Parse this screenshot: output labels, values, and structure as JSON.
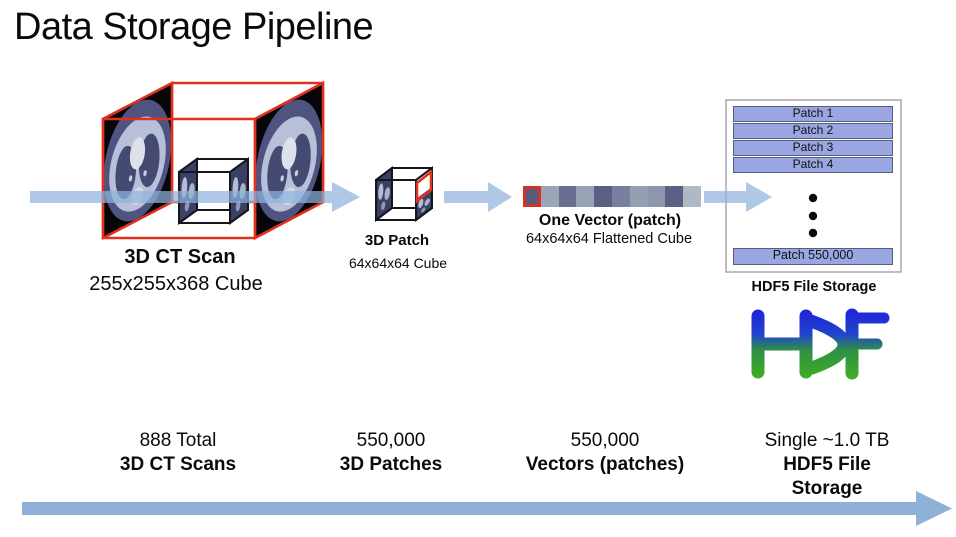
{
  "title": "Data Storage Pipeline",
  "stages": {
    "ct_scan": {
      "label": "3D CT Scan",
      "sublabel": "255x255x368 Cube"
    },
    "patch": {
      "label": "3D Patch",
      "sublabel": "64x64x64 Cube"
    },
    "vector": {
      "label": "One Vector (patch)",
      "sublabel": "64x64x64 Flattened Cube"
    },
    "storage": {
      "label": "HDF5 File Storage"
    }
  },
  "vector_strip": {
    "segment_colors": [
      "#585a7e",
      "#9aa6b8",
      "#6a6f90",
      "#98a4b6",
      "#5c5e82",
      "#787fa0",
      "#93a0b2",
      "#8c96ad",
      "#5d5f84",
      "#adbac6"
    ],
    "first_segment_border": "#d33420"
  },
  "storage_box": {
    "rows": [
      "Patch 1",
      "Patch 2",
      "Patch 3",
      "Patch 4"
    ],
    "last_row": "Patch 550,000",
    "row_fill": "#9aa6e2",
    "row_border": "#555f7a"
  },
  "hdf_logo": {
    "text": "HDF",
    "gradient_top": "#2121dd",
    "gradient_bottom": "#3fae22"
  },
  "stats": [
    {
      "line1": "888 Total",
      "line2": "3D CT Scans"
    },
    {
      "line1": "550,000",
      "line2": "3D Patches"
    },
    {
      "line1": "550,000",
      "line2": "Vectors (patches)"
    },
    {
      "line1": "Single ~1.0 TB",
      "line2": "HDF5 File Storage"
    }
  ],
  "colors": {
    "arrow": "#8fb3dc",
    "bottom_arrow": "#8fb1d8",
    "cube_edge_red": "#e0301e"
  }
}
